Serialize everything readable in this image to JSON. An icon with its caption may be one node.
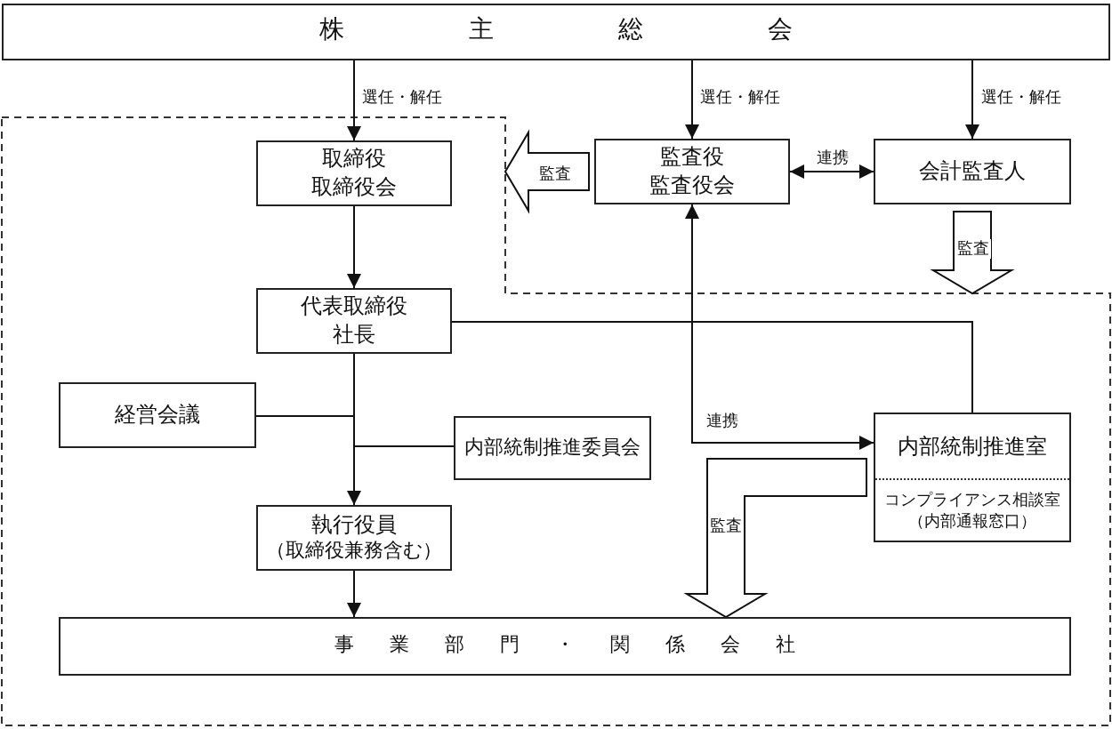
{
  "diagram": {
    "nodes": [
      {
        "text": [
          "株主総会"
        ]
      },
      {
        "text": [
          "取締役",
          "取締役会"
        ]
      },
      {
        "text": [
          "監査役",
          "監査役会"
        ]
      },
      {
        "text": [
          "会計監査人"
        ]
      },
      {
        "text": [
          "代表取締役",
          "社長"
        ]
      },
      {
        "text": [
          "経営会議"
        ]
      },
      {
        "text": [
          "内部統制推進委員会"
        ]
      },
      {
        "text": [
          "内部統制推進室",
          "コンプライアンス相談室",
          "（内部通報窓口）"
        ]
      },
      {
        "text": [
          "執行役員",
          "（取締役兼務含む）"
        ]
      },
      {
        "text": [
          "事業部門・関係会社"
        ]
      }
    ],
    "edges": [
      {
        "from": 0,
        "to": 1,
        "arrow": "to",
        "label": "選任・解任"
      },
      {
        "from": 0,
        "to": 2,
        "arrow": "to",
        "label": "選任・解任"
      },
      {
        "from": 0,
        "to": 3,
        "arrow": "to",
        "label": "選任・解任"
      },
      {
        "from": 2,
        "to": 1,
        "arrow": "to",
        "label": "監査",
        "style": "thick"
      },
      {
        "from": 2,
        "to": 3,
        "arrow": "both",
        "label": "連携"
      },
      {
        "from": 3,
        "to": null,
        "arrow": "to",
        "label": "監査",
        "style": "thick"
      },
      {
        "from": 1,
        "to": 4,
        "arrow": "to"
      },
      {
        "from": 4,
        "to": 8,
        "arrow": "to"
      },
      {
        "from": 4,
        "to": 5,
        "arrow": "none"
      },
      {
        "from": 4,
        "to": 6,
        "arrow": "none"
      },
      {
        "from": 4,
        "to": 7,
        "arrow": "none"
      },
      {
        "from": 2,
        "to": 7,
        "arrow": "both",
        "label": "連携"
      },
      {
        "from": 7,
        "to": 9,
        "arrow": "to",
        "label": "監査",
        "style": "thick"
      },
      {
        "from": 8,
        "to": 9,
        "arrow": "to"
      }
    ]
  }
}
